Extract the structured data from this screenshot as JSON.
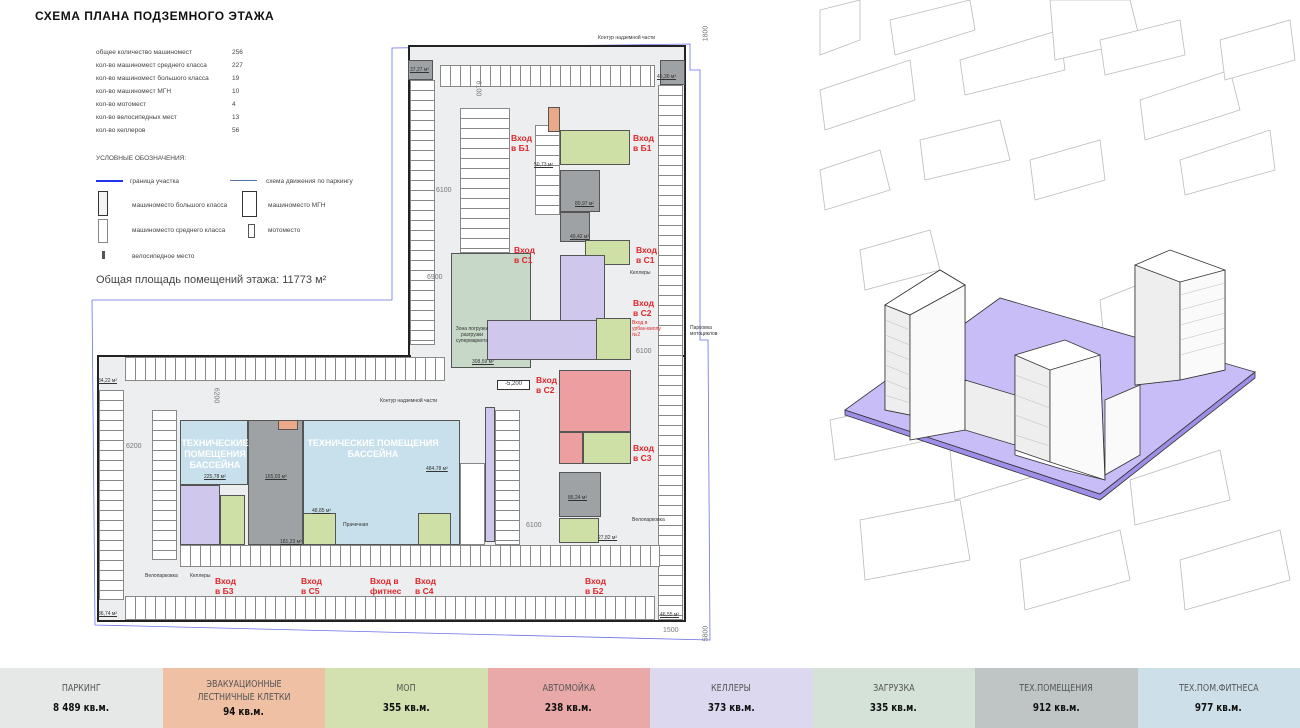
{
  "title": "СХЕМА ПЛАНА ПОДЗЕМНОГО ЭТАЖА",
  "stats": [
    {
      "label": "общее количество машиномест",
      "value": "256"
    },
    {
      "label": "кол-во машиномест среднего класса",
      "value": "227"
    },
    {
      "label": "кол-во машиномест большого класса",
      "value": "19"
    },
    {
      "label": "кол-во машиномест МГН",
      "value": "10"
    },
    {
      "label": "кол-во мотомест",
      "value": "4"
    },
    {
      "label": "кол-во велосипедных мест",
      "value": "13"
    },
    {
      "label": "кол-во келлеров",
      "value": "56"
    }
  ],
  "legend": {
    "title": "УСЛОВНЫЕ ОБОЗНАЧЕНИЯ:",
    "boundary": "граница участка",
    "traffic": "схема движения по паркингу",
    "large": "машиноместо большого класса",
    "mgn": "машиноместо МГН",
    "medium": "машиноместо среднего класса",
    "moto": "мотоместо",
    "bike": "велосипедное место"
  },
  "total_area": "Общая площадь помещений этажа: 11773 м²",
  "plan": {
    "entrances": [
      "Вход\nв Б1",
      "Вход\nв Б1",
      "Вход\nв С1",
      "Вход\nв С1",
      "Вход\nв С2",
      "Вход\nв С2",
      "Вход\nв С3",
      "Вход\nв Б2",
      "Вход\nв Б3",
      "Вход\nв С5",
      "Вход в\nфитнес",
      "Вход\nв С4"
    ],
    "areas": [
      "37,27 м²",
      "45,30 м²",
      "50,73 м²",
      "80,97 м²",
      "49,42 м²",
      "308,59 м²",
      "84,22 м²",
      "36,74 м²",
      "225,78 м²",
      "165,03 м²",
      "484,78 м²",
      "48,85 м²",
      "181,23 м²",
      "86,24 м²",
      "27,82 м²",
      "46,55 м²"
    ],
    "pool_tech": "ТЕХНИЧЕСКИЕ ПОМЕЩЕНИЯ БАССЕЙНА",
    "loading_zone": "Зона погрузки разгрузки супермаркета",
    "level": "-5,200",
    "contour": "Контур надземной части",
    "kellers": "Келлеры",
    "bike_parking": "Велопарковка",
    "laundry": "Прачечная",
    "moto_parking": "Парковка мотоциклов",
    "urban_villa": "Вход в урбан-виллу №2",
    "dims": [
      "6100",
      "6100",
      "6900",
      "6200",
      "6200",
      "6100",
      "6100",
      "1800",
      "1500",
      "5800"
    ]
  },
  "summary": [
    {
      "name": "ПАРКИНГ",
      "value": "8 489 кв.м.",
      "color": "#e6e8e8"
    },
    {
      "name": "ЭВАКУАЦИОННЫЕ ЛЕСТНИЧНЫЕ КЛЕТКИ",
      "value": "94 кв.м.",
      "color": "#efc0a4"
    },
    {
      "name": "МОП",
      "value": "355 кв.м.",
      "color": "#d3e1b0"
    },
    {
      "name": "АВТОМОЙКА",
      "value": "238 кв.м.",
      "color": "#eaa9a9"
    },
    {
      "name": "КЕЛЛЕРЫ",
      "value": "373 кв.м.",
      "color": "#dcd8ef"
    },
    {
      "name": "ЗАГРУЗКА",
      "value": "335 кв.м.",
      "color": "#d5e2d8"
    },
    {
      "name": "ТЕХ.ПОМЕЩЕНИЯ",
      "value": "912 кв.м.",
      "color": "#bfc4c5"
    },
    {
      "name": "ТЕХ.ПОМ.ФИТНЕСА",
      "value": "977 кв.м.",
      "color": "#cde0ea"
    }
  ]
}
